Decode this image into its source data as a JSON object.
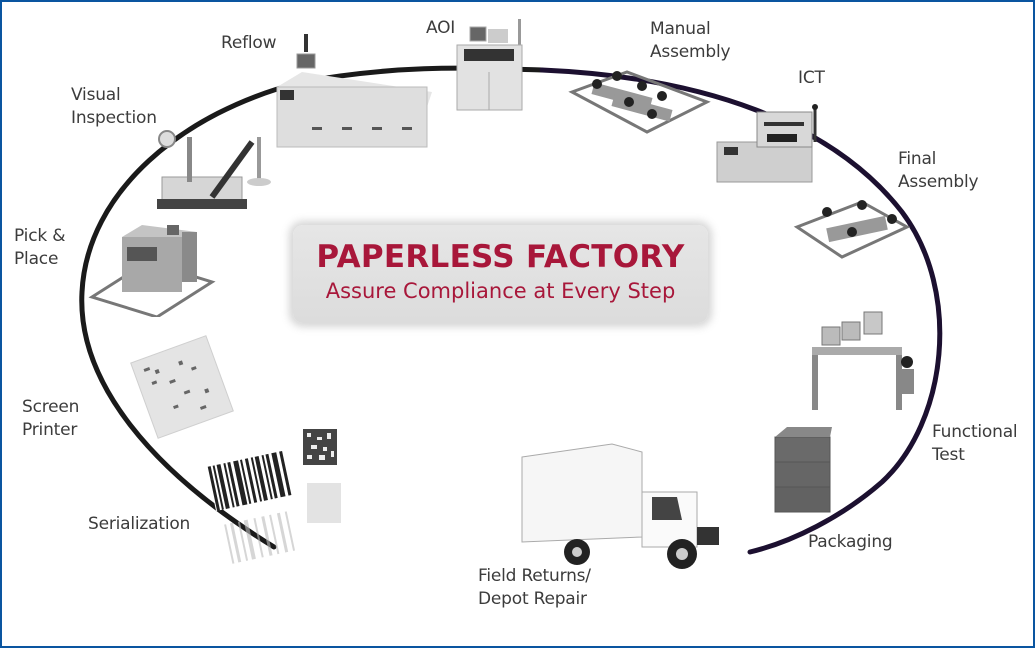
{
  "diagram": {
    "title": "PAPERLESS FACTORY",
    "subtitle": "Assure Compliance at Every Step",
    "colors": {
      "frame_border": "#0a55a0",
      "title_text": "#a8173a",
      "label_text": "#3c3c3c",
      "loop_left": "#1a1a1a",
      "loop_right": "#1c1030",
      "center_box_bg": "#e2e2e2"
    },
    "stages": [
      {
        "id": "serialization",
        "label": "Serialization",
        "icon": "barcode-icon"
      },
      {
        "id": "screen-printer",
        "label": "Screen\nPrinter",
        "icon": "stencil-icon"
      },
      {
        "id": "pick-and-place",
        "label": "Pick &\nPlace",
        "icon": "pick-place-machine-icon"
      },
      {
        "id": "visual-inspection",
        "label": "Visual\nInspection",
        "icon": "microscope-icon"
      },
      {
        "id": "reflow",
        "label": "Reflow",
        "icon": "reflow-oven-icon"
      },
      {
        "id": "aoi",
        "label": "AOI",
        "icon": "aoi-machine-icon"
      },
      {
        "id": "manual-assembly",
        "label": "Manual\nAssembly",
        "icon": "workers-table-icon"
      },
      {
        "id": "ict",
        "label": "ICT",
        "icon": "ict-tester-icon"
      },
      {
        "id": "final-assembly",
        "label": "Final\nAssembly",
        "icon": "workers-table-icon"
      },
      {
        "id": "functional-test",
        "label": "Functional\nTest",
        "icon": "test-workstation-icon"
      },
      {
        "id": "packaging",
        "label": "Packaging",
        "icon": "boxes-icon"
      },
      {
        "id": "field-returns",
        "label": "Field Returns/\nDepot Repair",
        "icon": "truck-icon"
      }
    ]
  }
}
